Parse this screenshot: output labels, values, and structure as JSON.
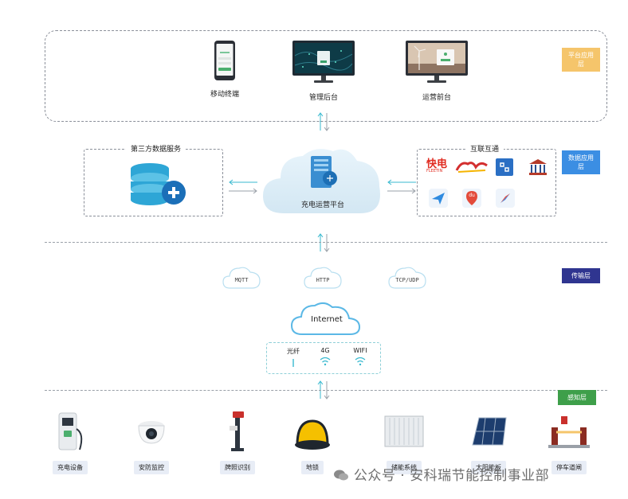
{
  "layers": {
    "platform_app": "平台应用层",
    "data_app": "数据应用层",
    "transport": "传输层",
    "perception": "感知层"
  },
  "top_devices": [
    {
      "label": "移动终端",
      "icon": "mobile-phone-icon"
    },
    {
      "label": "管理后台",
      "icon": "monitor-map-icon"
    },
    {
      "label": "运营前台",
      "icon": "monitor-windmill-icon"
    }
  ],
  "third_party": {
    "title": "第三方数据服务",
    "icon": "database-plus-icon"
  },
  "platform": {
    "label": "充电运营平台",
    "icon": "server-cloud-icon"
  },
  "interop": {
    "title": "互联互通",
    "logos": [
      {
        "text": "快电",
        "sub": "FLEETIN",
        "icon": "kuaidian-logo",
        "color": "#e02b20"
      },
      {
        "text": " ",
        "icon": "brand-logo-red",
        "color": "#d32f2f"
      },
      {
        "text": " ",
        "icon": "blue-square-logo",
        "color": "#2a6fc4"
      },
      {
        "text": "",
        "icon": "government-building-icon",
        "color": "#b53b2a"
      },
      {
        "text": "",
        "icon": "paper-plane-map-icon",
        "color": "#2f8be0"
      },
      {
        "text": "du",
        "icon": "baidu-map-icon",
        "color": "#e34b3b"
      },
      {
        "text": "",
        "icon": "compass-map-icon",
        "color": "#3b82e0"
      }
    ]
  },
  "protocols": [
    "MQTT",
    "HTTP",
    "TCP/UDP"
  ],
  "internet": {
    "label": "Internet",
    "links": [
      {
        "label": "光纤",
        "icon": "fiber-line-icon"
      },
      {
        "label": "4G",
        "icon": "wifi-signal-icon"
      },
      {
        "label": "WIFI",
        "icon": "wifi-signal-icon"
      }
    ]
  },
  "sensors": [
    {
      "label": "充电设备",
      "icon": "charging-pile-icon"
    },
    {
      "label": "安防监控",
      "icon": "security-camera-icon"
    },
    {
      "label": "牌照识别",
      "icon": "license-plate-gate-icon"
    },
    {
      "label": "地锁",
      "icon": "parking-lock-icon"
    },
    {
      "label": "储能系统",
      "icon": "energy-container-icon"
    },
    {
      "label": "太阳能板",
      "icon": "solar-panel-icon"
    },
    {
      "label": "停车道闸",
      "icon": "barrier-gate-icon"
    }
  ],
  "watermark": "公众号 · 安科瑞节能控制事业部"
}
